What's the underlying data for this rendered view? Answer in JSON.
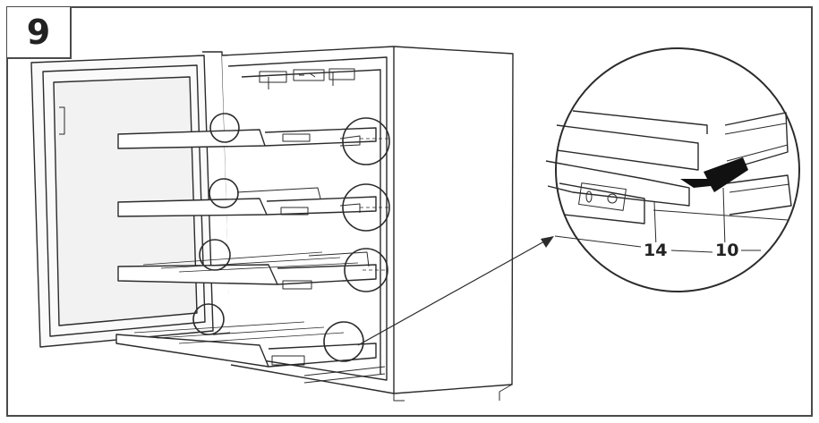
{
  "step": {
    "number": "9"
  },
  "callouts": {
    "part_14": "14",
    "part_10": "10"
  },
  "colors": {
    "line": "#2b2b2b",
    "frame": "#4a4a4a",
    "arrow": "#111111"
  },
  "icons": {
    "arrow": "arrow-left-icon"
  }
}
